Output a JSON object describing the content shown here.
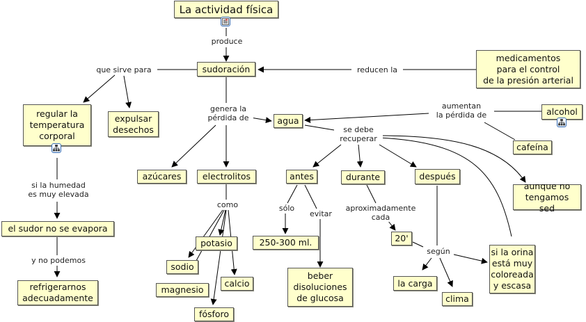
{
  "concepts": {
    "actividad": "La actividad física",
    "sudoracion": "sudoración",
    "medicamentos": "medicamentos\npara el control\nde la presión arterial",
    "regular": "regular la\ntemperatura\ncorporal",
    "expulsar": "expulsar\ndesechos",
    "agua": "agua",
    "alcohol": "alcohol",
    "cafeina": "cafeína",
    "azucares": "azúcares",
    "electrolitos": "electrolitos",
    "antes": "antes",
    "durante": "durante",
    "despues": "después",
    "aunque": "aunque no\ntengamos sed",
    "sudor": "el sudor no se evapora",
    "refrigerar": "refrigerarnos\nadecuadamente",
    "potasio": "potasio",
    "sodio": "sodio",
    "magnesio": "magnesio",
    "calcio": "calcio",
    "fosforo": "fósforo",
    "ml": "250-300 ml.",
    "veinte": "20'",
    "orina": "si la orina\nestá muy\ncoloreada\ny escasa",
    "beber": "beber\ndisoluciones\nde glucosa",
    "carga": "la carga",
    "clima": "clima"
  },
  "linking_phrases": {
    "produce": "produce",
    "sirve": "que sirve para",
    "reducen": "reducen la",
    "genera": "genera la\npérdida de",
    "aumentan": "aumentan\nla pérdida de",
    "recuperar": "se debe\nrecuperar",
    "humedad": "si la humedad\nes muy elevada",
    "como": "como",
    "solo": "sólo",
    "evitar": "evitar",
    "aprox": "aproximadamente\ncada",
    "segun": "según",
    "podemos": "y no podemos"
  },
  "icons": {
    "actividad": "resource-document-icon",
    "regular": "submap-hierarchy-icon",
    "alcohol": "submap-hierarchy-icon"
  },
  "colors": {
    "node_fill": "#ffffcc",
    "node_border": "#555555",
    "line": "#000000",
    "icon_border": "#3a6fb5"
  }
}
